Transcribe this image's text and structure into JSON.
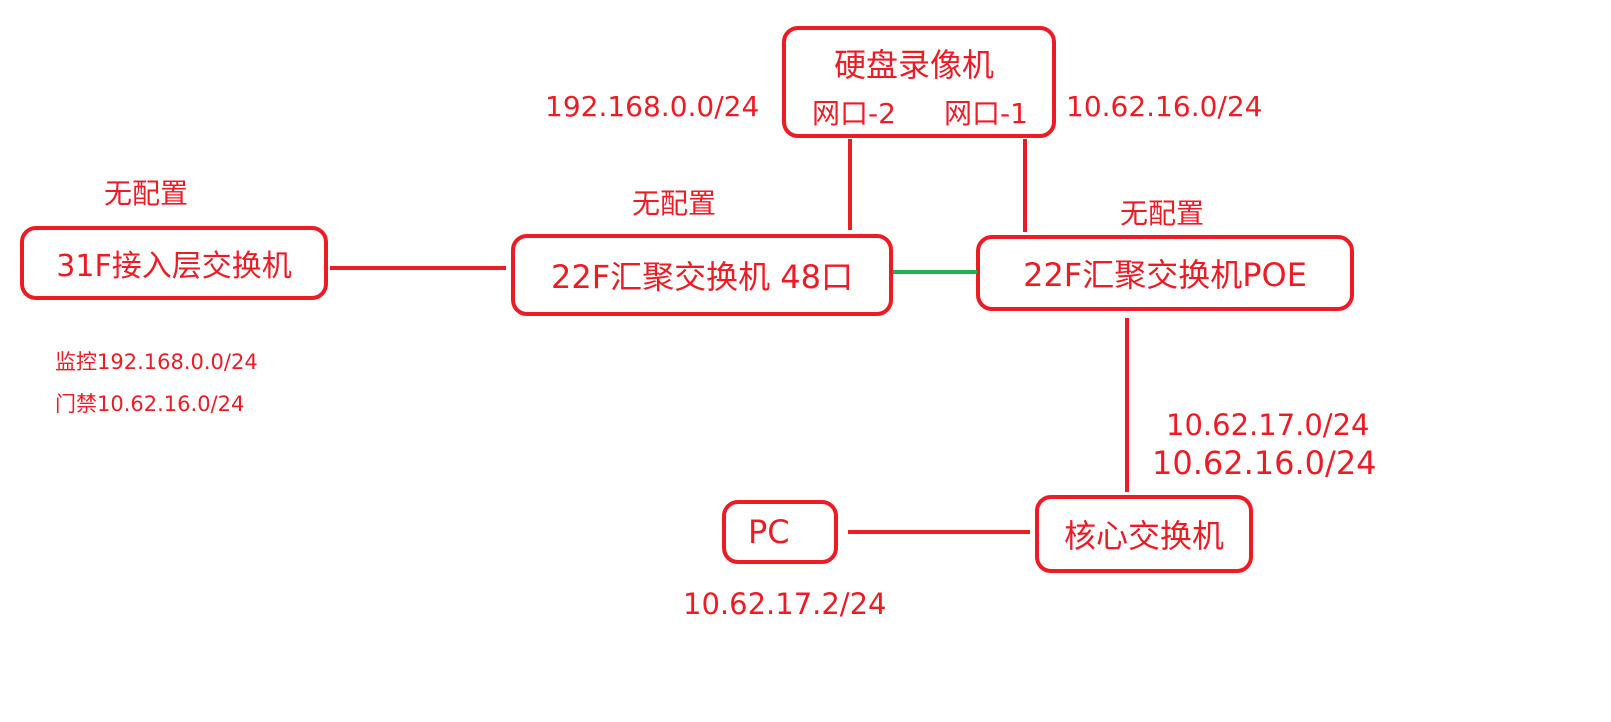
{
  "nodes": {
    "nvr": {
      "label": "硬盘录像机",
      "port2": "网口-2",
      "port1": "网口-1"
    },
    "sw31f": {
      "label": "31F接入层交换机"
    },
    "agg48": {
      "label": "22F汇聚交换机 48口"
    },
    "aggpoe": {
      "label": "22F汇聚交换机POE"
    },
    "core": {
      "label": "核心交换机"
    },
    "pc": {
      "label": "PC"
    }
  },
  "labels": {
    "nvr_port2_net": "192.168.0.0/24",
    "nvr_port1_net": "10.62.16.0/24",
    "sw31f_config": "无配置",
    "agg48_config": "无配置",
    "aggpoe_config": "无配置",
    "vlan_monitor": "监控192.168.0.0/24",
    "vlan_access": "门禁10.62.16.0/24",
    "core_net1": "10.62.17.0/24",
    "core_net2": "10.62.16.0/24",
    "pc_ip": "10.62.17.2/24"
  },
  "colors": {
    "primary": "#ed1c24",
    "trunk_link": "#22b14c"
  }
}
